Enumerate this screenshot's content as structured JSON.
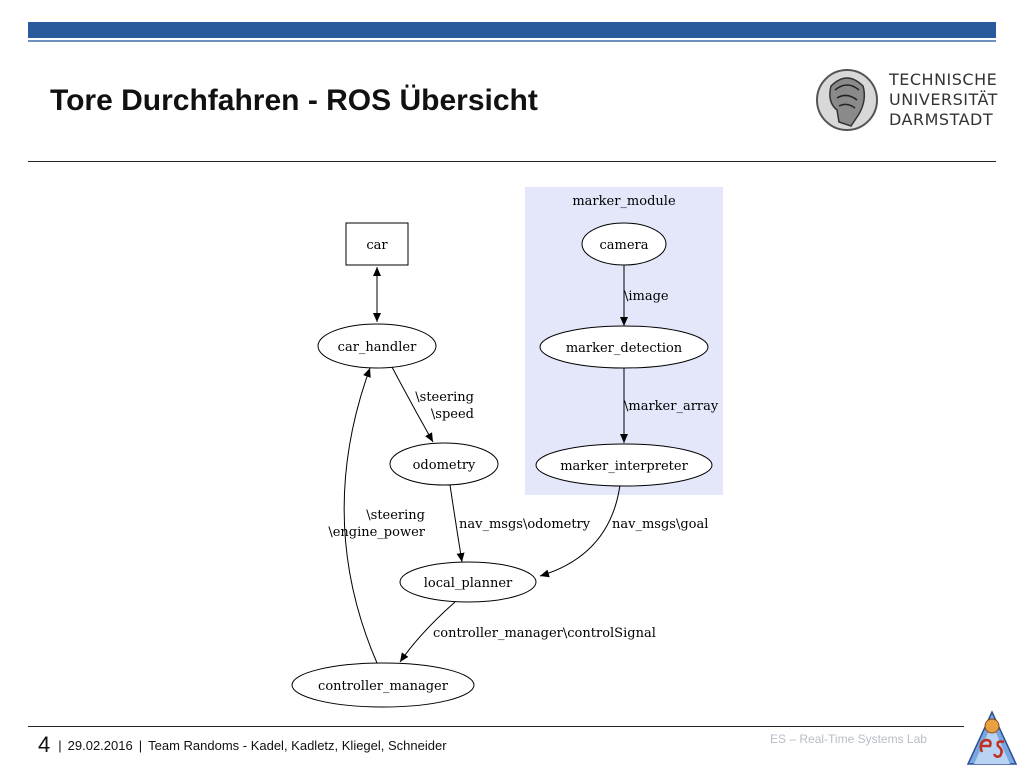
{
  "slide": {
    "title": "Tore Durchfahren - ROS Übersicht",
    "logo_lines": [
      "TECHNISCHE",
      "UNIVERSITÄT",
      "DARMSTADT"
    ],
    "page_number": "4",
    "date": "29.02.2016",
    "authors": "Team Randoms - Kadel, Kadletz, Kliegel, Schneider",
    "lab": "ES – Real-Time Systems Lab",
    "colors": {
      "top_bar": "#2b5a9c",
      "cluster_fill": "#e4e6fa",
      "lab_text": "#b8bcc8"
    }
  },
  "diagram": {
    "cluster": {
      "label": "marker_module"
    },
    "nodes": {
      "car": "car",
      "car_handler": "car_handler",
      "odometry": "odometry",
      "local_planner": "local_planner",
      "controller_manager": "controller_manager",
      "camera": "camera",
      "marker_detection": "marker_detection",
      "marker_interpreter": "marker_interpreter"
    },
    "edges": {
      "steering_speed": [
        "\\steering",
        "\\speed"
      ],
      "steering_engine_power": [
        "\\steering",
        "\\engine_power"
      ],
      "nav_odometry": "nav_msgs\\odometry",
      "nav_goal": "nav_msgs\\goal",
      "control_signal": "controller_manager\\controlSignal",
      "image": "\\image",
      "marker_array": "\\marker_array"
    }
  }
}
